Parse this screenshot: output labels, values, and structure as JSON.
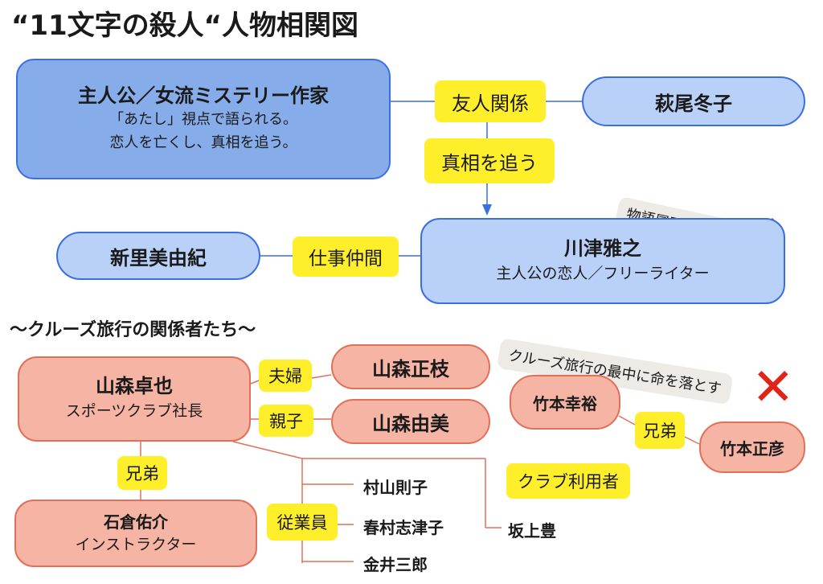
{
  "title": "“11文字の殺人“人物相関図",
  "section_title": "〜クルーズ旅行の関係者たち〜",
  "protagonist": {
    "name": "主人公／女流ミステリー作家",
    "desc1": "「あたし」視点で語られる。",
    "desc2": "恋人を亡くし、真相を追う。"
  },
  "hagio": {
    "name": "萩尾冬子"
  },
  "kawazu": {
    "name": "川津雅之",
    "desc": "主人公の恋人／フリーライター"
  },
  "niisato": {
    "name": "新里美由紀"
  },
  "rel": {
    "yujin": "友人関係",
    "shinso": "真相を追う",
    "shigoto": "仕事仲間",
    "fufu": "夫婦",
    "oyako": "親子",
    "kyodai1": "兄弟",
    "kyodai2": "兄弟",
    "jugyoin": "従業員",
    "club_user": "クラブ利用者"
  },
  "notes": {
    "died_opening": "物語冒頭で死亡",
    "died_cruise": "クルーズ旅行の最中に命を落とす"
  },
  "xmark": "✕",
  "yamamori_takuya": {
    "name": "山森卓也",
    "desc": "スポーツクラブ社長"
  },
  "yamamori_masae": {
    "name": "山森正枝"
  },
  "yamamori_yumi": {
    "name": "山森由美"
  },
  "ishikura": {
    "name": "石倉佑介",
    "desc": "インストラクター"
  },
  "takemoto_yukihiro": {
    "name": "竹本幸裕"
  },
  "takemoto_masahiko": {
    "name": "竹本正彦"
  },
  "employees": [
    "村山則子",
    "春村志津子",
    "金井三郎"
  ],
  "sakagami": {
    "name": "坂上豊"
  },
  "colors": {
    "blue_fill": "#86acea",
    "blue_light_fill": "#b9d0f8",
    "blue_border": "#3b6fe0",
    "salmon_fill": "#f6b4a4",
    "salmon_border": "#e0705a",
    "yellow": "#ffef2a",
    "red_x": "#e0241a"
  }
}
